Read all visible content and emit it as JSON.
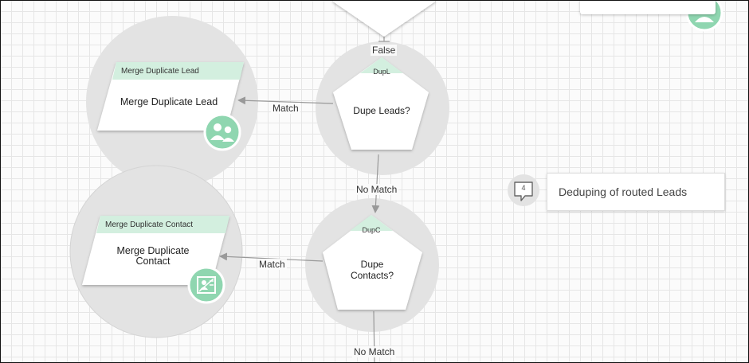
{
  "colors": {
    "accent": "#8fd6b0",
    "accent_light": "#d3efdf",
    "halo": "#e3e3e3",
    "connector": "#999999"
  },
  "top_decision": {
    "branch_label": "False"
  },
  "merge_lead": {
    "tag": "Merge Duplicate Lead",
    "title": "Merge Duplicate Lead",
    "icon": "merge-people-icon"
  },
  "dupe_leads": {
    "tag": "DupL",
    "title": "Dupe Leads?",
    "match_label": "Match",
    "no_match_label": "No Match"
  },
  "merge_contact": {
    "tag": "Merge Duplicate Contact",
    "title_line1": "Merge Duplicate",
    "title_line2": "Contact",
    "icon": "merge-contact-card-icon"
  },
  "dupe_contacts": {
    "tag": "DupC",
    "title_line1": "Dupe",
    "title_line2": "Contacts?",
    "match_label": "Match",
    "no_match_label": "No Match"
  },
  "note": {
    "count": "4",
    "text": "Deduping of routed Leads"
  },
  "top_right_node": {
    "icon": "user-icon"
  }
}
